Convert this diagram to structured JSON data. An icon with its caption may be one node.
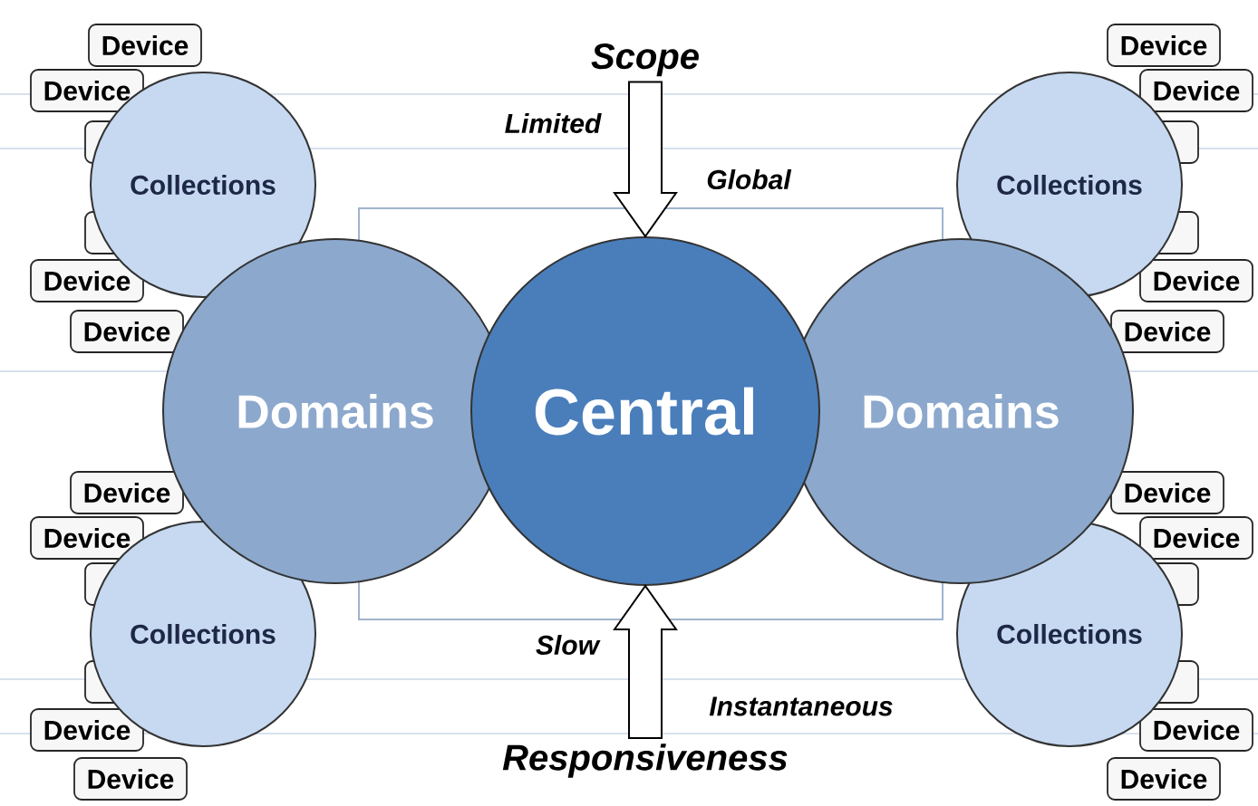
{
  "diagram": {
    "nodes": [
      {
        "text": [
          "Scope"
        ]
      },
      {
        "text": [
          "Collections"
        ]
      },
      {
        "text": [
          "Collections"
        ]
      },
      {
        "text": [
          "Domains"
        ]
      },
      {
        "text": [
          "Central"
        ]
      },
      {
        "text": [
          "Domains"
        ]
      },
      {
        "text": [
          "Collections"
        ]
      },
      {
        "text": [
          "Collections"
        ]
      },
      {
        "text": [
          "Responsiveness"
        ]
      },
      {
        "text": [
          "Device"
        ]
      },
      {
        "text": [
          "Device"
        ]
      },
      {
        "text": [
          "Device"
        ]
      },
      {
        "text": [
          "Device"
        ]
      },
      {
        "text": [
          "Device"
        ]
      },
      {
        "text": [
          "Device"
        ]
      },
      {
        "text": [
          "Device"
        ]
      },
      {
        "text": [
          "Device"
        ]
      },
      {
        "text": [
          "Device"
        ]
      },
      {
        "text": [
          "Device"
        ]
      },
      {
        "text": [
          "Device"
        ]
      },
      {
        "text": [
          "Device"
        ]
      },
      {
        "text": [
          "Device"
        ]
      },
      {
        "text": [
          "Device"
        ]
      },
      {
        "text": [
          "Device"
        ]
      },
      {
        "text": [
          "Device"
        ]
      }
    ],
    "edges": [
      {
        "from": 0,
        "to": 4,
        "arrow": "to"
      },
      {
        "from": 8,
        "to": 4,
        "arrow": "to"
      }
    ],
    "labels": [
      "Limited",
      "Global",
      "Slow",
      "Instantaneous"
    ]
  }
}
